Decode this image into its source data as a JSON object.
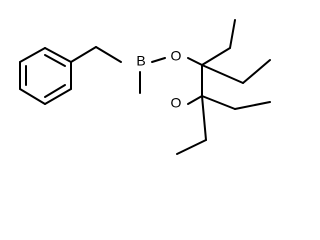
{
  "atoms": {
    "boron": "B",
    "oxygen_top": "O",
    "oxygen_bottom": "O"
  },
  "colors": {
    "bond": "#000000",
    "label": "#000000",
    "background": "#ffffff"
  }
}
